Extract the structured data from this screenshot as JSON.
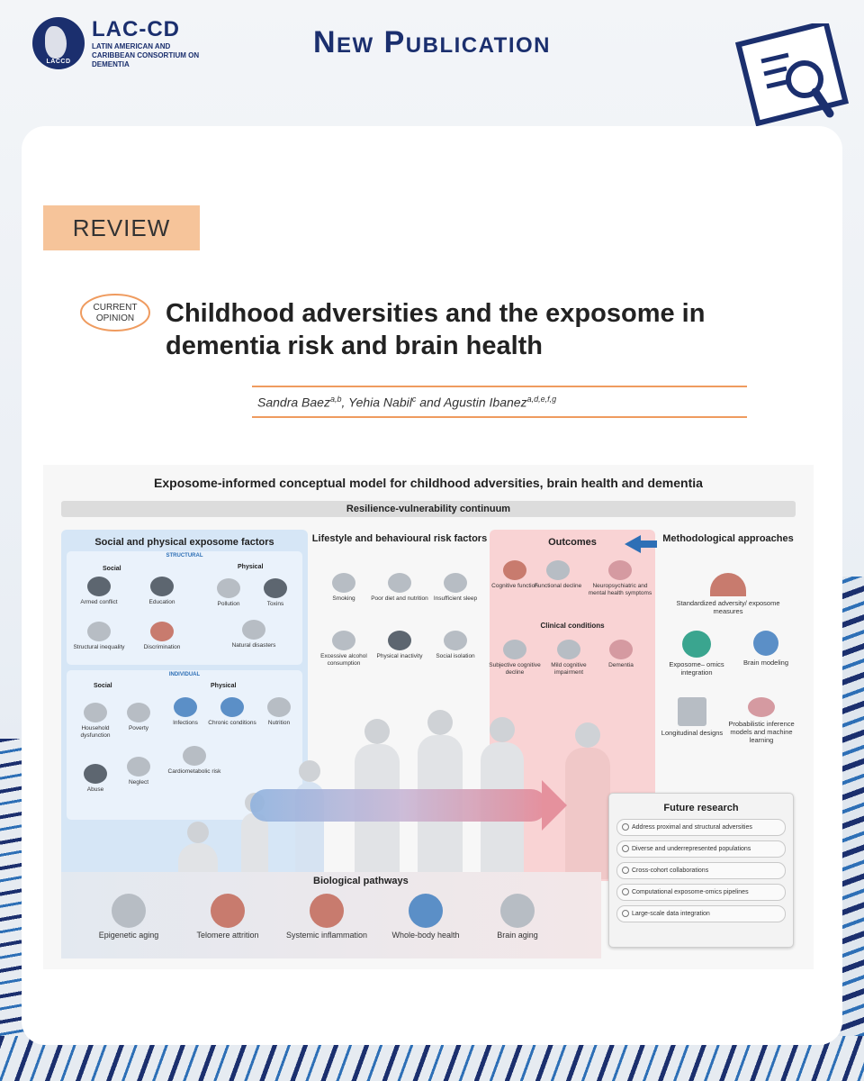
{
  "header": {
    "logo_title": "LAC-CD",
    "logo_subtitle": "LATIN AMERICAN AND CARIBBEAN CONSORTIUM ON DEMENTIA",
    "logo_badge": "LACCD",
    "page_title": "New Publication"
  },
  "card": {
    "tag": "REVIEW",
    "journal_logo_text": "CURRENT OPINION",
    "article_title": "Childhood adversities and the exposome in dementia risk and brain health",
    "authors": [
      {
        "name": "Sandra Baez",
        "aff": "a,b"
      },
      {
        "name": "Yehia Nabil",
        "aff": "c"
      },
      {
        "name": "Agustin Ibanez",
        "aff": "a,d,e,f,g"
      }
    ],
    "authors_joiners": [
      ", ",
      " and "
    ]
  },
  "figure": {
    "title": "Exposome-informed conceptual model for childhood adversities, brain health and dementia",
    "continuum": "Resilience-vulnerability continuum",
    "social": {
      "heading": "Social and physical exposome factors",
      "structural_label": "STRUCTURAL",
      "individual_label": "INDIVIDUAL",
      "structural_social_h": "Social",
      "structural_physical_h": "Physical",
      "structural_social": [
        "Armed conflict",
        "Education",
        "Structural inequality",
        "Discrimination"
      ],
      "structural_physical": [
        "Pollution",
        "Toxins",
        "Natural disasters"
      ],
      "individual_social_h": "Social",
      "individual_physical_h": "Physical",
      "individual_social": [
        "Household dysfunction",
        "Poverty",
        "Abuse",
        "Neglect"
      ],
      "individual_physical": [
        "Infections",
        "Chronic conditions",
        "Nutrition",
        "Cardiometabolic risk"
      ]
    },
    "lifestyle": {
      "heading": "Lifestyle and behavioural risk factors",
      "items": [
        "Smoking",
        "Poor diet and nutrition",
        "Insufficient sleep",
        "Excessive alcohol consumption",
        "Physical inactivity",
        "Social isolation"
      ]
    },
    "outcomes": {
      "heading": "Outcomes",
      "items": [
        "Cognitive function",
        "Functional decline",
        "Neuropsychiatric and mental health symptoms"
      ],
      "clinical_heading": "Clinical conditions",
      "clinical": [
        "Subjective cognitive decline",
        "Mild cognitive impairment",
        "Dementia"
      ]
    },
    "methods": {
      "heading": "Methodological approaches",
      "items": [
        "Standardized adversity/ exposome measures",
        "Exposome– omics integration",
        "Brain modeling",
        "Longitudinal designs",
        "Probabilistic inference models and machine learning"
      ]
    },
    "future": {
      "heading": "Future research",
      "items": [
        "Address proximal and structural adversities",
        "Diverse and underrepresented populations",
        "Cross-cohort collaborations",
        "Computational exposome-omics pipelines",
        "Large-scale data integration"
      ]
    },
    "biological": {
      "heading": "Biological pathways",
      "items": [
        "Epigenetic aging",
        "Telomere attrition",
        "Systemic inflammation",
        "Whole-body health",
        "Brain aging"
      ]
    }
  },
  "colors": {
    "brand_navy": "#1b2f6e",
    "tag_orange": "#f6c49a",
    "rule_orange": "#ef9b5f",
    "social_blue": "#d6e6f6",
    "outcomes_pink": "#f9d3d4"
  },
  "icons": [
    "globe-logo-icon",
    "newspaper-search-icon",
    "current-opinion-logo"
  ]
}
